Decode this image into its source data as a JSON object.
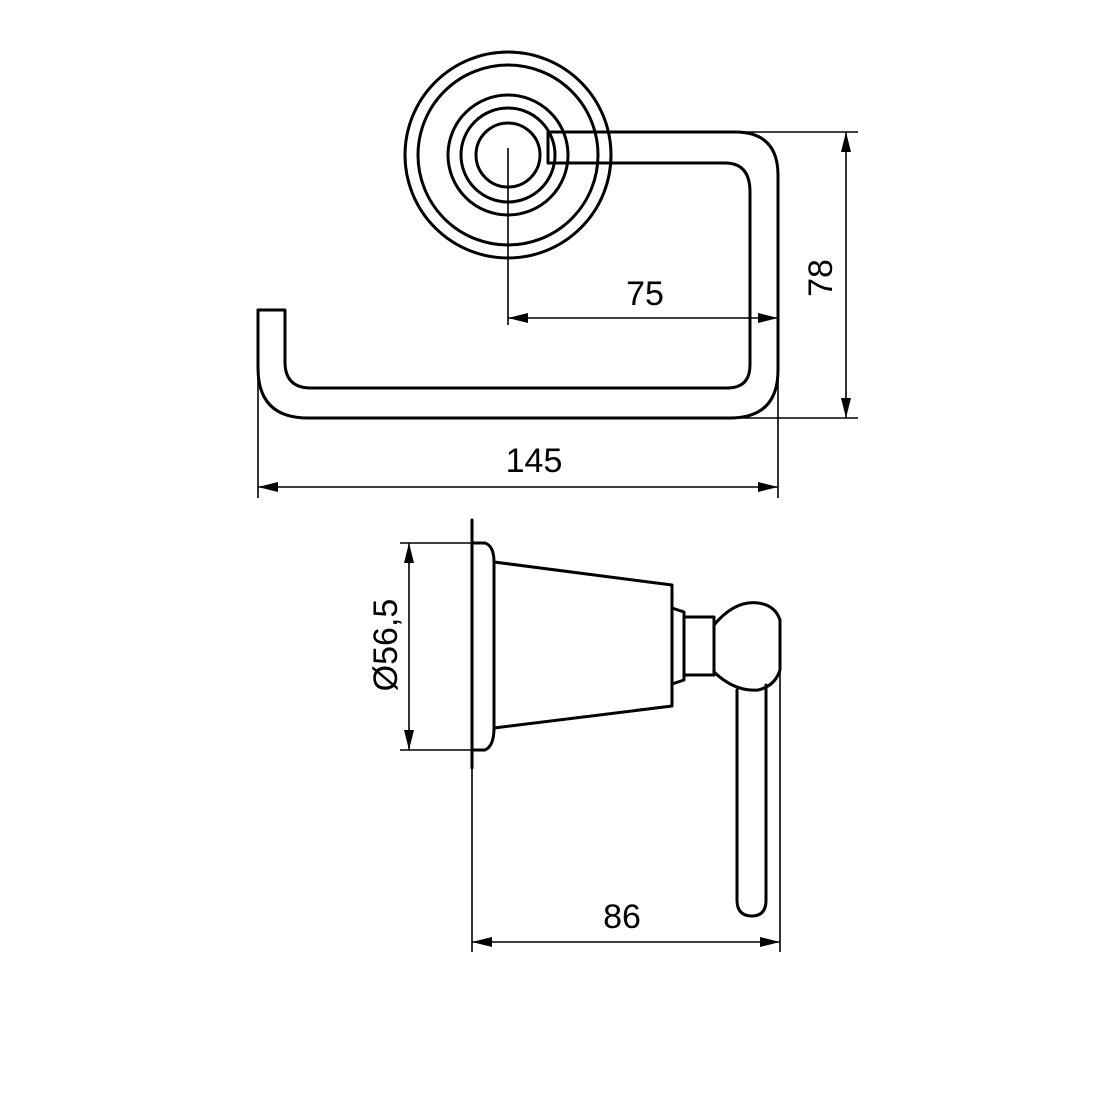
{
  "dimensions": {
    "top_view": {
      "axis_to_end_label": "75",
      "depth_label": "78",
      "overall_width_label": "145"
    },
    "side_view": {
      "base_diameter_label": "Ø56,5",
      "projection_label": "86"
    }
  }
}
